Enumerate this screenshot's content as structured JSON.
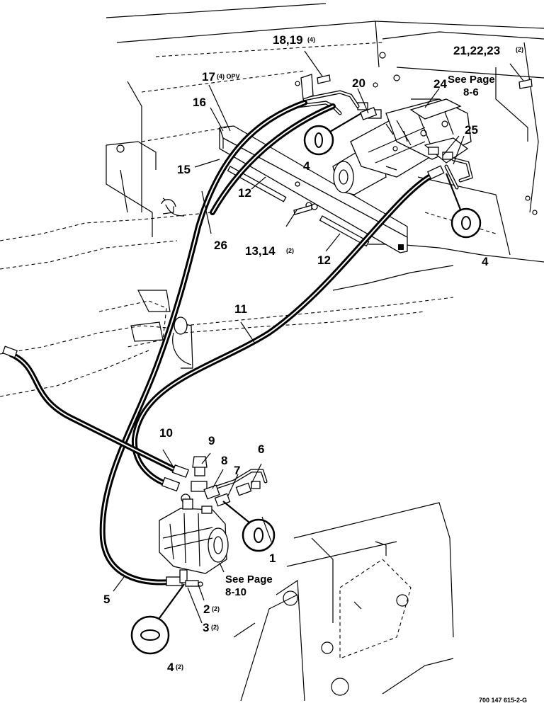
{
  "callouts": {
    "c1": "1",
    "c2": "2",
    "c3": "3",
    "c4a": "4",
    "c4b": "4",
    "c4c": "4",
    "c5": "5",
    "c6": "6",
    "c7": "7",
    "c8": "8",
    "c9": "9",
    "c10": "10",
    "c11": "11",
    "c12a": "12",
    "c12b": "12",
    "c13_14": "13,14",
    "c15": "15",
    "c16": "16",
    "c17": "17",
    "c18_19": "18,19",
    "c20": "20",
    "c21_23": "21,22,23",
    "c24": "24",
    "c25": "25",
    "c26": "26"
  },
  "quantities": {
    "q2": "(2)",
    "q3": "(2)",
    "q4": "(2)",
    "q13_14": "(2)",
    "q17": "(4) OPV",
    "q18_19": "(4)",
    "q21_23": "(2)"
  },
  "notes": {
    "see_page_top_1": "See Page",
    "see_page_top_2": "8-6",
    "see_page_bottom_1": "See Page",
    "see_page_bottom_2": "8-10"
  },
  "drawing_number": "700 147 615-2-G"
}
